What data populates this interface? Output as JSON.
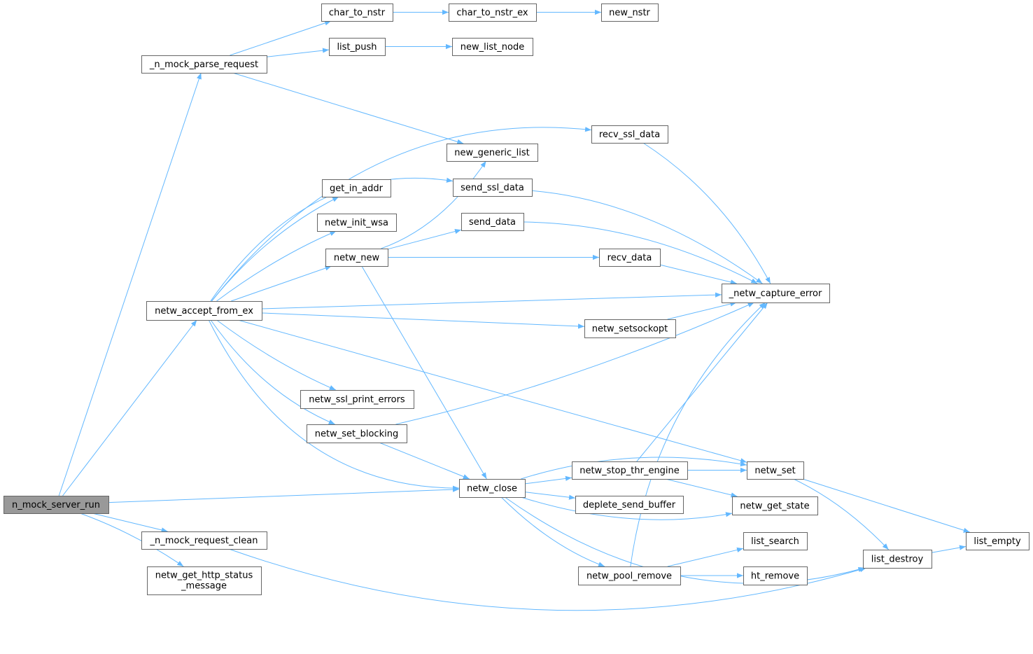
{
  "colors": {
    "edge": "#63b8ff",
    "root_fill": "#999999",
    "node_border": "#666666"
  },
  "nodes": {
    "n_mock_server_run": "n_mock_server_run",
    "_n_mock_parse_request": "_n_mock_parse_request",
    "char_to_nstr": "char_to_nstr",
    "char_to_nstr_ex": "char_to_nstr_ex",
    "new_nstr": "new_nstr",
    "list_push": "list_push",
    "new_list_node": "new_list_node",
    "recv_ssl_data": "recv_ssl_data",
    "new_generic_list": "new_generic_list",
    "send_ssl_data": "send_ssl_data",
    "get_in_addr": "get_in_addr",
    "netw_init_wsa": "netw_init_wsa",
    "send_data": "send_data",
    "netw_new": "netw_new",
    "recv_data": "recv_data",
    "_netw_capture_error": "_netw_capture_error",
    "netw_accept_from_ex": "netw_accept_from_ex",
    "netw_setsockopt": "netw_setsockopt",
    "netw_ssl_print_errors": "netw_ssl_print_errors",
    "netw_set_blocking": "netw_set_blocking",
    "netw_stop_thr_engine": "netw_stop_thr_engine",
    "netw_set": "netw_set",
    "netw_close": "netw_close",
    "deplete_send_buffer": "deplete_send_buffer",
    "netw_get_state": "netw_get_state",
    "_n_mock_request_clean": "_n_mock_request_clean",
    "list_search": "list_search",
    "list_empty": "list_empty",
    "list_destroy": "list_destroy",
    "netw_pool_remove": "netw_pool_remove",
    "ht_remove": "ht_remove",
    "netw_get_http_status_message_1": "netw_get_http_status",
    "netw_get_http_status_message_2": "_message"
  },
  "edges": [
    [
      "n_mock_server_run",
      "_n_mock_parse_request"
    ],
    [
      "n_mock_server_run",
      "netw_accept_from_ex"
    ],
    [
      "n_mock_server_run",
      "netw_close"
    ],
    [
      "n_mock_server_run",
      "_n_mock_request_clean"
    ],
    [
      "n_mock_server_run",
      "netw_get_http_status_message"
    ],
    [
      "_n_mock_parse_request",
      "char_to_nstr"
    ],
    [
      "_n_mock_parse_request",
      "list_push"
    ],
    [
      "_n_mock_parse_request",
      "new_generic_list"
    ],
    [
      "char_to_nstr",
      "char_to_nstr_ex"
    ],
    [
      "char_to_nstr_ex",
      "new_nstr"
    ],
    [
      "list_push",
      "new_list_node"
    ],
    [
      "netw_accept_from_ex",
      "recv_ssl_data"
    ],
    [
      "netw_accept_from_ex",
      "send_ssl_data"
    ],
    [
      "netw_accept_from_ex",
      "get_in_addr"
    ],
    [
      "netw_accept_from_ex",
      "netw_init_wsa"
    ],
    [
      "netw_accept_from_ex",
      "netw_new"
    ],
    [
      "netw_accept_from_ex",
      "_netw_capture_error"
    ],
    [
      "netw_accept_from_ex",
      "netw_setsockopt"
    ],
    [
      "netw_accept_from_ex",
      "netw_set"
    ],
    [
      "netw_accept_from_ex",
      "netw_ssl_print_errors"
    ],
    [
      "netw_accept_from_ex",
      "netw_set_blocking"
    ],
    [
      "netw_accept_from_ex",
      "netw_close"
    ],
    [
      "netw_new",
      "new_generic_list"
    ],
    [
      "netw_new",
      "send_data"
    ],
    [
      "netw_new",
      "recv_data"
    ],
    [
      "netw_new",
      "netw_close"
    ],
    [
      "recv_ssl_data",
      "_netw_capture_error"
    ],
    [
      "send_ssl_data",
      "_netw_capture_error"
    ],
    [
      "send_data",
      "_netw_capture_error"
    ],
    [
      "recv_data",
      "_netw_capture_error"
    ],
    [
      "netw_setsockopt",
      "_netw_capture_error"
    ],
    [
      "netw_set_blocking",
      "_netw_capture_error"
    ],
    [
      "netw_set_blocking",
      "netw_close"
    ],
    [
      "netw_stop_thr_engine",
      "_netw_capture_error"
    ],
    [
      "netw_stop_thr_engine",
      "netw_set"
    ],
    [
      "netw_stop_thr_engine",
      "netw_get_state"
    ],
    [
      "netw_close",
      "netw_set"
    ],
    [
      "netw_close",
      "netw_stop_thr_engine"
    ],
    [
      "netw_close",
      "deplete_send_buffer"
    ],
    [
      "netw_close",
      "netw_get_state"
    ],
    [
      "netw_close",
      "netw_pool_remove"
    ],
    [
      "netw_close",
      "list_destroy"
    ],
    [
      "netw_pool_remove",
      "_netw_capture_error"
    ],
    [
      "netw_pool_remove",
      "list_search"
    ],
    [
      "netw_pool_remove",
      "ht_remove"
    ],
    [
      "netw_set",
      "list_destroy"
    ],
    [
      "netw_set",
      "list_empty"
    ],
    [
      "list_destroy",
      "list_empty"
    ],
    [
      "_n_mock_request_clean",
      "list_destroy"
    ]
  ]
}
